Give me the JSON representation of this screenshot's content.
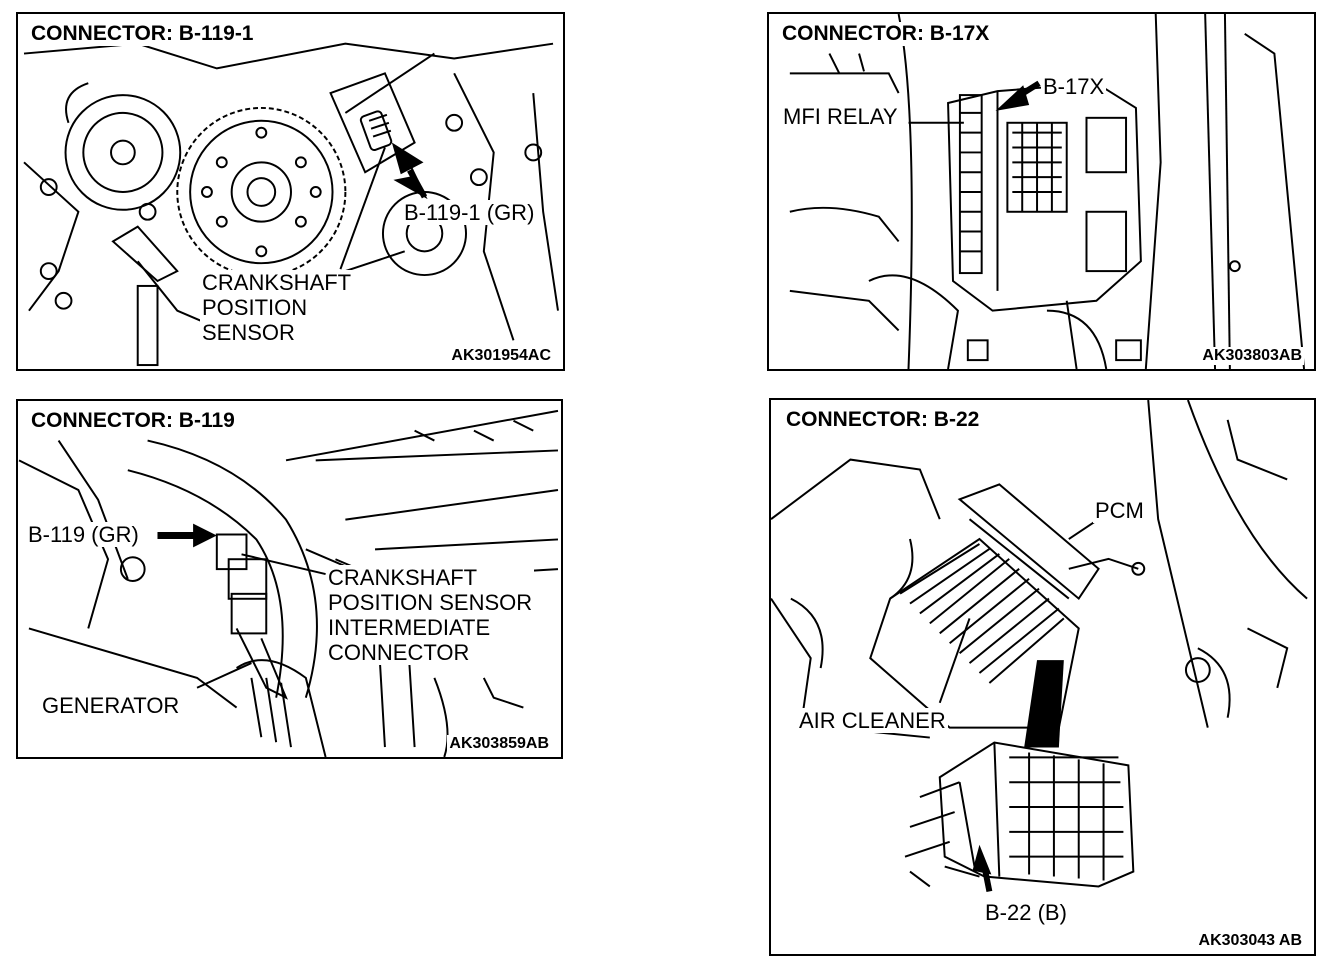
{
  "panels": [
    {
      "title": "CONNECTOR: B-119-1",
      "code": "AK301954AC",
      "labels": {
        "connector": "B-119-1 (GR)",
        "sensor": [
          "CRANKSHAFT",
          "POSITION",
          "SENSOR"
        ]
      }
    },
    {
      "title": "CONNECTOR: B-17X",
      "code": "AK303803AB",
      "labels": {
        "connector": "B-17X",
        "relay": "MFI RELAY"
      }
    },
    {
      "title": "CONNECTOR: B-119",
      "code": "AK303859AB",
      "labels": {
        "connector": "B-119 (GR)",
        "sensor": [
          "CRANKSHAFT",
          "POSITION SENSOR",
          "INTERMEDIATE",
          "CONNECTOR"
        ],
        "generator": "GENERATOR"
      }
    },
    {
      "title": "CONNECTOR: B-22",
      "code": "AK303043 AB",
      "labels": {
        "pcm": "PCM",
        "air_cleaner": "AIR CLEANER",
        "connector": "B-22 (B)"
      }
    }
  ]
}
